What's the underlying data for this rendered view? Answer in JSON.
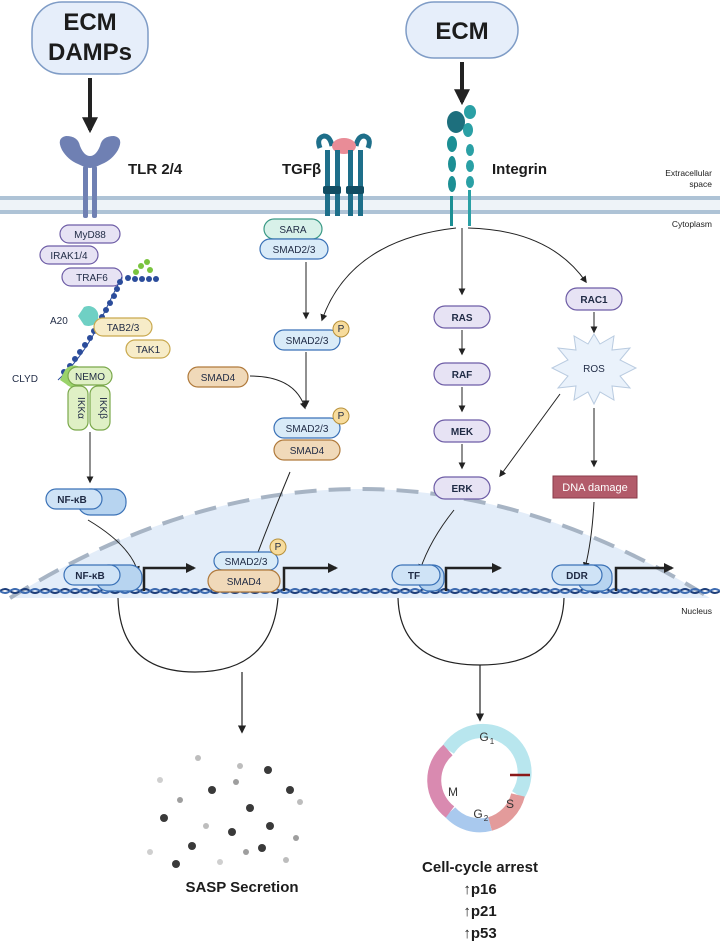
{
  "inputs": {
    "ecm_damps_line1": "ECM",
    "ecm_damps_line2": "DAMPs",
    "ecm": "ECM"
  },
  "receptors": {
    "tlr": "TLR 2/4",
    "tgfb": "TGFβ",
    "integrin": "Integrin"
  },
  "regions": {
    "extracellular_line1": "Extracellular",
    "extracellular_line2": "space",
    "cytoplasm": "Cytoplasm",
    "nucleus": "Nucleus"
  },
  "tlr_pathway": {
    "myd88": "MyD88",
    "irak": "IRAK1/4",
    "traf6": "TRAF6",
    "a20": "A20",
    "tab": "TAB2/3",
    "tak1": "TAK1",
    "clyd": "CLYD",
    "nemo": "NEMO",
    "ikka": "IKKα",
    "ikkb": "IKKβ",
    "nfkb": "NF-κB"
  },
  "tgfb_pathway": {
    "sara": "SARA",
    "smad23": "SMAD2/3",
    "smad4": "SMAD4",
    "p": "P"
  },
  "integrin_pathway": {
    "ras": "RAS",
    "raf": "RAF",
    "mek": "MEK",
    "erk": "ERK",
    "rac1": "RAC1",
    "ros": "ROS",
    "dna_damage": "DNA damage"
  },
  "nucleus": {
    "nfkb": "NF-κB",
    "smad23": "SMAD2/3",
    "smad4": "SMAD4",
    "p": "P",
    "tf": "TF",
    "ddr": "DDR"
  },
  "outputs": {
    "sasp": "SASP Secretion",
    "cell_cycle": "Cell-cycle arrest",
    "p16": "↑p16",
    "p21": "↑p21",
    "p53": "↑p53"
  },
  "cell_cycle": {
    "g1": "G",
    "g1_sub": "1",
    "s": "S",
    "g2": "G",
    "g2_sub": "2",
    "m": "M"
  },
  "colors": {
    "ecm_box_fill": "#e6eefa",
    "ecm_box_stroke": "#7f9cc6",
    "receptor_tlr": "#6f80b3",
    "receptor_tgfb": "#1e6f8a",
    "receptor_integrin": "#1c8f94",
    "membrane": "#aec3d6",
    "purple_node": "#e7e3f4",
    "green_node": "#dff0c5",
    "tan_node": "#f0d9b9",
    "blue_node": "#cfe3f6",
    "dna_damage": "#b25b6a",
    "nucleus_fill": "#e3edf9",
    "dna_strand": "#1e3f7a",
    "cycle_g1": "#b8e6ee",
    "cycle_s": "#e39b9b",
    "cycle_g2": "#a9c9ee",
    "cycle_m": "#d98ab0"
  }
}
